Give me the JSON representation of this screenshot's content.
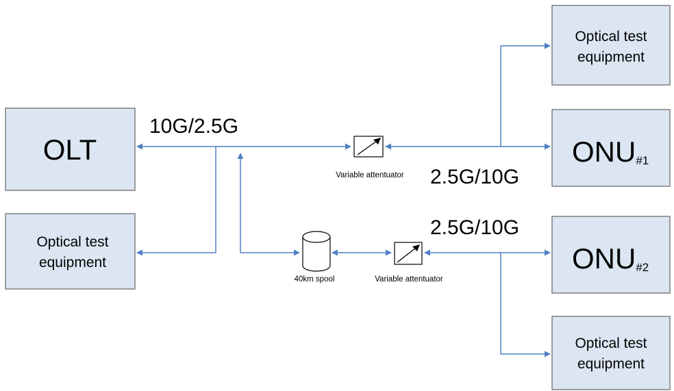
{
  "colors": {
    "box_fill": "#dce6f2",
    "box_stroke": "#7f7f7f",
    "link": "#4f7fc3"
  },
  "nodes": {
    "olt": {
      "label": "OLT"
    },
    "onu1": {
      "label": "ONU",
      "sub": "#1"
    },
    "onu2": {
      "label": "ONU",
      "sub": "#2"
    },
    "test_olt": {
      "line1": "Optical test",
      "line2": "equipment"
    },
    "test_onu1": {
      "line1": "Optical test",
      "line2": "equipment"
    },
    "test_onu2": {
      "line1": "Optical test",
      "line2": "equipment"
    }
  },
  "components": {
    "attenuator1": {
      "label": "Variable attentuator"
    },
    "attenuator2": {
      "label": "Variable attentuator"
    },
    "spool": {
      "label": "40km spool"
    }
  },
  "rates": {
    "upstream": "10G/2.5G",
    "onu1_rate": "2.5G/10G",
    "onu2_rate": "2.5G/10G"
  }
}
